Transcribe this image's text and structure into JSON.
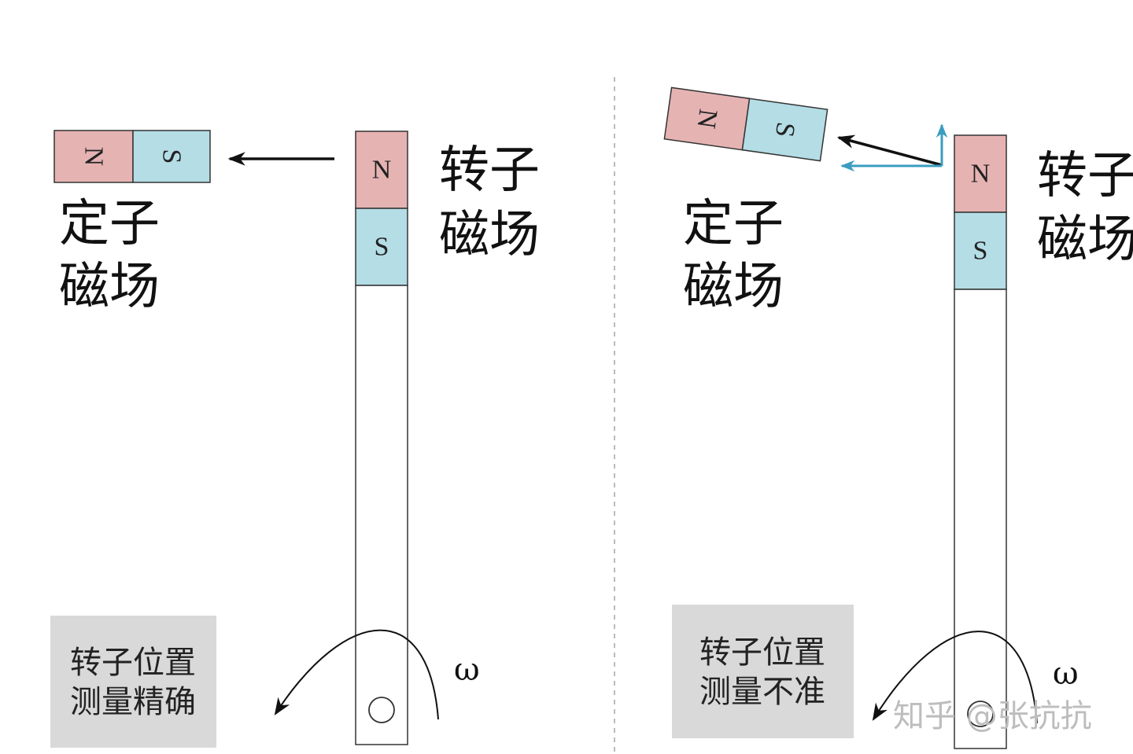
{
  "colors": {
    "n_pole": "#e6b3b3",
    "s_pole": "#b4dde6",
    "outline": "#333333",
    "field_arrow": "#111111",
    "component_arrow": "#3a9dbf",
    "label_box": "#d9d9d9",
    "divider": "#bbbbbb",
    "watermark": "#bdbdbd"
  },
  "left_panel": {
    "stator_magnet": {
      "n_label": "N",
      "s_label": "S"
    },
    "stator_label_line1": "定子",
    "stator_label_line2": "磁场",
    "rotor_magnet": {
      "n_label": "N",
      "s_label": "S"
    },
    "rotor_label_line1": "转子",
    "rotor_label_line2": "磁场",
    "status_line1": "转子位置",
    "status_line2": "测量精确",
    "omega": "ω"
  },
  "right_panel": {
    "stator_magnet": {
      "n_label": "N",
      "s_label": "S"
    },
    "stator_label_line1": "定子",
    "stator_label_line2": "磁场",
    "rotor_magnet": {
      "n_label": "N",
      "s_label": "S"
    },
    "rotor_label_line1": "转子",
    "rotor_label_line2": "磁场",
    "status_line1": "转子位置",
    "status_line2": "测量不准",
    "omega": "ω"
  },
  "watermark": "知乎 @张抗抗"
}
